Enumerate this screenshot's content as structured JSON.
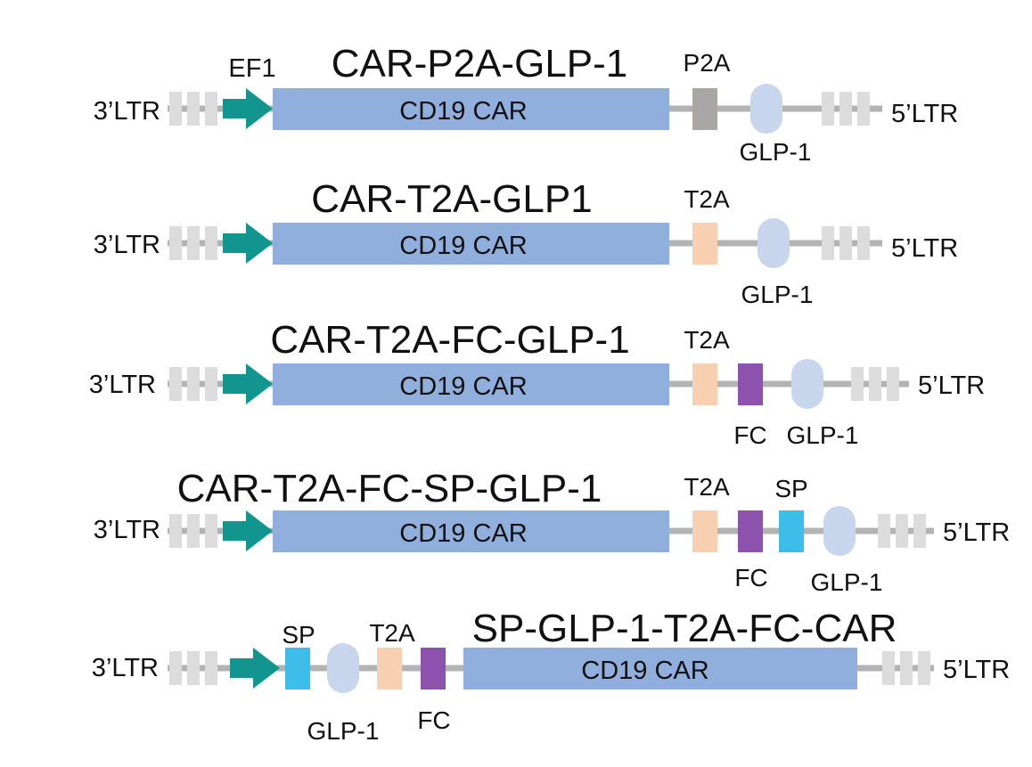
{
  "colors": {
    "background": "#ffffff",
    "backbone": "#b3b3b3",
    "ltr_block": "#dcdcdc",
    "promoter_arrow": "#13958f",
    "car": "#91afdc",
    "p2a": "#a9a6a6",
    "t2a": "#f7cfb1",
    "fc": "#8d52ae",
    "sp": "#3dbde9",
    "glp1": "#c7d6ec",
    "text": "#111111"
  },
  "constructs": [
    {
      "name": "CAR-P2A-GLP-1",
      "left_ltr": "3’LTR",
      "right_ltr": "5’LTR",
      "promoter_label": "EF1",
      "car_label": "CD19 CAR",
      "elements": [
        {
          "type": "p2a",
          "label": "P2A",
          "label_pos": "above"
        },
        {
          "type": "glp1",
          "label": "GLP-1",
          "label_pos": "below"
        }
      ]
    },
    {
      "name": "CAR-T2A-GLP1",
      "left_ltr": "3’LTR",
      "right_ltr": "5’LTR",
      "car_label": "CD19 CAR",
      "elements": [
        {
          "type": "t2a",
          "label": "T2A",
          "label_pos": "above"
        },
        {
          "type": "glp1",
          "label": "GLP-1",
          "label_pos": "below"
        }
      ]
    },
    {
      "name": "CAR-T2A-FC-GLP-1",
      "left_ltr": "3’LTR",
      "right_ltr": "5’LTR",
      "car_label": "CD19 CAR",
      "elements": [
        {
          "type": "t2a",
          "label": "T2A",
          "label_pos": "above"
        },
        {
          "type": "fc",
          "label": "FC",
          "label_pos": "below"
        },
        {
          "type": "glp1",
          "label": "GLP-1",
          "label_pos": "below"
        }
      ]
    },
    {
      "name": "CAR-T2A-FC-SP-GLP-1",
      "left_ltr": "3’LTR",
      "right_ltr": "5’LTR",
      "car_label": "CD19 CAR",
      "elements": [
        {
          "type": "t2a",
          "label": "T2A",
          "label_pos": "above"
        },
        {
          "type": "fc",
          "label": "FC",
          "label_pos": "below"
        },
        {
          "type": "sp",
          "label": "SP",
          "label_pos": "above"
        },
        {
          "type": "glp1",
          "label": "GLP-1",
          "label_pos": "below"
        }
      ]
    },
    {
      "name": "SP-GLP-1-T2A-FC-CAR",
      "left_ltr": "3’LTR",
      "right_ltr": "5’LTR",
      "car_label": "CD19 CAR",
      "elements": [
        {
          "type": "sp",
          "label": "SP",
          "label_pos": "above"
        },
        {
          "type": "glp1",
          "label": "GLP-1",
          "label_pos": "below"
        },
        {
          "type": "t2a",
          "label": "T2A",
          "label_pos": "above"
        },
        {
          "type": "fc",
          "label": "FC",
          "label_pos": "below"
        }
      ]
    }
  ]
}
